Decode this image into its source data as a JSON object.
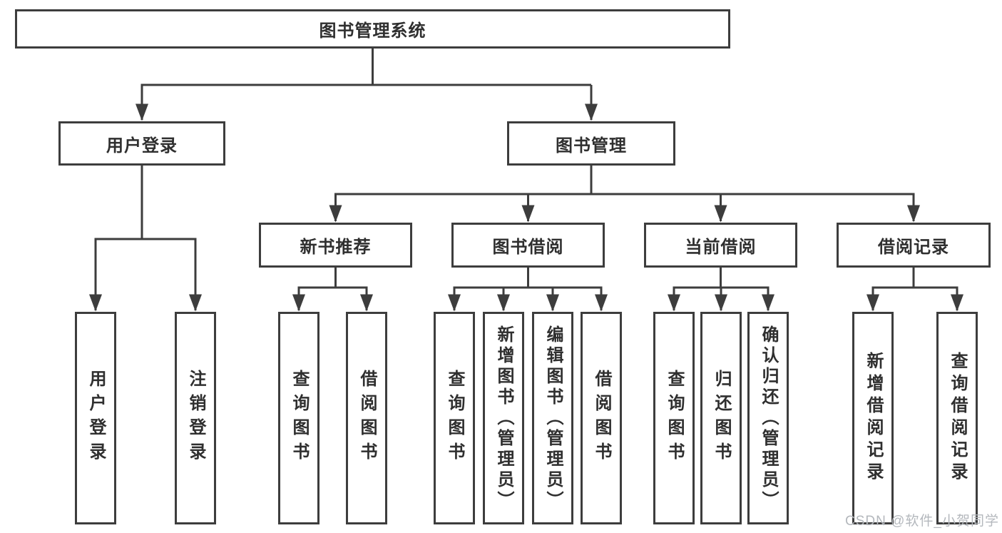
{
  "diagram": {
    "root": {
      "label": "图书管理系统"
    },
    "branches": [
      {
        "label": "用户登录",
        "children": [
          {
            "label": "用户登录"
          },
          {
            "label": "注销登录"
          }
        ]
      },
      {
        "label": "图书管理",
        "groups": [
          {
            "label": "新书推荐",
            "children": [
              {
                "label": "查询图书"
              },
              {
                "label": "借阅图书"
              }
            ]
          },
          {
            "label": "图书借阅",
            "children": [
              {
                "label": "查询图书"
              },
              {
                "label": "新增图书（管理员）"
              },
              {
                "label": "编辑图书（管理员）"
              },
              {
                "label": "借阅图书"
              }
            ]
          },
          {
            "label": "当前借阅",
            "children": [
              {
                "label": "查询图书"
              },
              {
                "label": "归还图书"
              },
              {
                "label": "确认归还（管理员）"
              }
            ]
          },
          {
            "label": "借阅记录",
            "children": [
              {
                "label": "新增借阅记录"
              },
              {
                "label": "查询借阅记录"
              }
            ]
          }
        ]
      }
    ]
  },
  "watermark": "CSDN @软件_小贺同学",
  "colors": {
    "line": "#3d3d3d",
    "text": "#2f2f2f",
    "background": "#ffffff",
    "watermark": "#b4b8bd"
  }
}
